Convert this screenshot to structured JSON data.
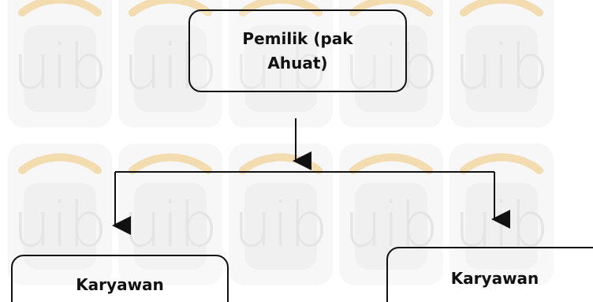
{
  "diagram": {
    "root_node": {
      "label": "Pemilik (pak\nAhuat)"
    },
    "children": [
      {
        "label": "Karyawan"
      },
      {
        "label": "Karyawan"
      }
    ]
  },
  "watermark": {
    "text": "uib",
    "repeat_rows": 2,
    "repeat_columns": 5
  },
  "colors": {
    "ink": "#111111",
    "watermark_gray": "#e2e2e2",
    "watermark_gold": "#f2d8a8",
    "background": "#ffffff"
  }
}
